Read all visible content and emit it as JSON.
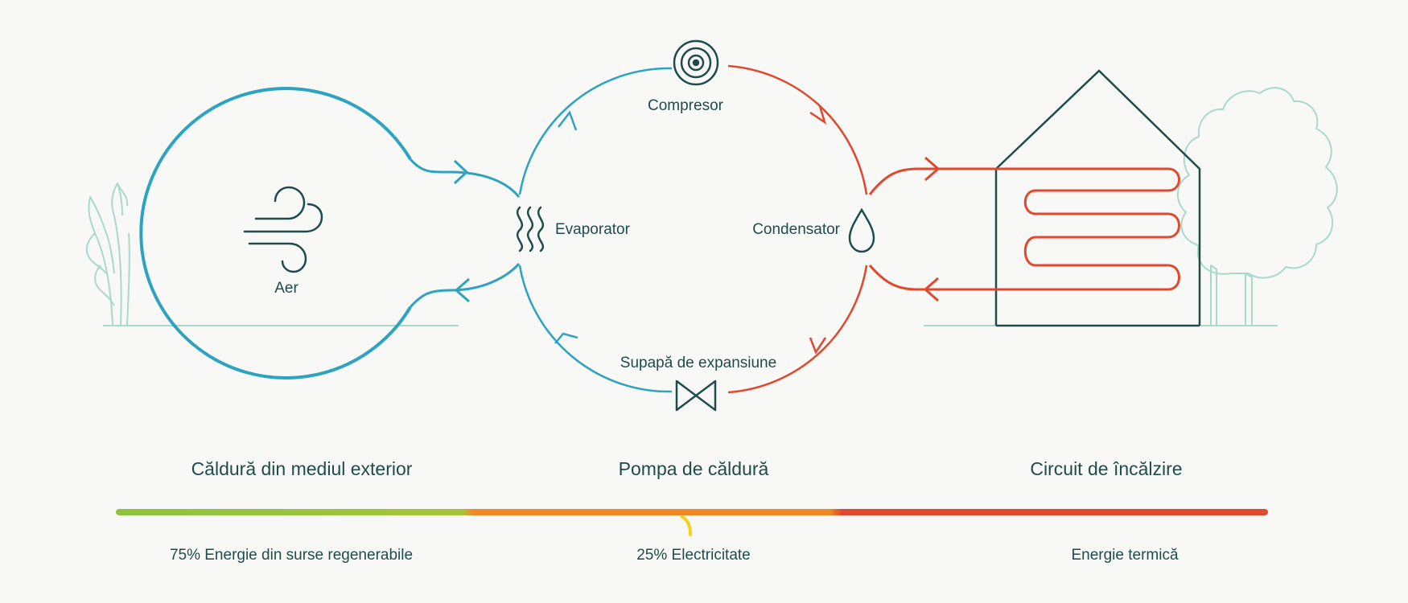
{
  "labels": {
    "aer": "Aer",
    "evaporator": "Evaporator",
    "compresor": "Compresor",
    "condensator": "Condensator",
    "supapa": "Supapă de expansiune"
  },
  "sections": {
    "left": "Căldură din mediul exterior",
    "middle": "Pompa de căldură",
    "right": "Circuit de încălzire"
  },
  "energy": {
    "renewable": "75% Energie din surse regenerabile",
    "electricity": "25% Electricitate",
    "thermal": "Energie termică"
  },
  "colors": {
    "blue": "#2ea3bf",
    "red": "#e0492f",
    "dark": "#1f4b4b",
    "light": "#a9d9cd",
    "green": "#8cc43f",
    "orange": "#f08a24",
    "yellow": "#f5d21a"
  }
}
